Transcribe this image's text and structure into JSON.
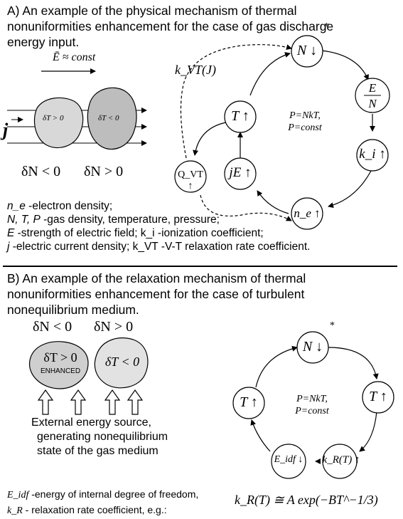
{
  "section_a": {
    "heading_lines": [
      "A) An example of the physical mechanism of thermal",
      "nonuniformities enhancement  for the case of gas discharge",
      "energy input."
    ],
    "field_label": "Ē ≈ const",
    "current_label": "j",
    "blob_left": "δT > 0",
    "blob_right": "δT < 0",
    "dN_left": "δN < 0",
    "dN_right": "δN > 0",
    "kvt_label": "k_VT(J)",
    "star": "*",
    "cycle": {
      "N": "N ↓",
      "EN_top": "E",
      "EN_bottom": "N",
      "ki": "k_i ↑",
      "ne": "n_e ↑",
      "jE": "jE ↑",
      "T": "T ↑",
      "Qvt": "Q_VT ↑"
    },
    "center_line1": "P=NkT,",
    "center_line2": "P=const",
    "legend": [
      {
        "sym": "n_e",
        "text": " -electron density;"
      },
      {
        "sym": "N, T, P",
        "text": " -gas density, temperature, pressure;"
      },
      {
        "sym": "E",
        "text": " -strength of electric field;  k_i -ionization coefficient;"
      },
      {
        "sym": "j",
        "text": " -electric current density;  k_VT -V-T relaxation rate coefficient."
      }
    ]
  },
  "section_b": {
    "heading_lines": [
      "B) An example of the relaxation mechanism of thermal",
      "nonuniformities enhancement  for the case of turbulent",
      "nonequilibrium medium."
    ],
    "dN_left": "δN < 0",
    "dN_right": "δN > 0",
    "blob_left_line1": "δT > 0",
    "blob_left_line2": "ENHANCED",
    "blob_right": "δT < 0",
    "source_lines": [
      "External energy source,",
      "generating nonequilibrium",
      "state of the gas medium"
    ],
    "star": "*",
    "cycle": {
      "N": "N ↓",
      "T_right": "T ↑",
      "kR": "k_R(T) ↑",
      "Eidf": "E_idf ↓",
      "T_left": "T ↑"
    },
    "center_line1": "P=NkT,",
    "center_line2": "P=const",
    "legend_line1_sym": "E_idf",
    "legend_line1_text": " -energy of  internal degree of freedom,",
    "legend_line2_sym": "k_R",
    "legend_line2_text": " - relaxation rate coefficient, e.g.:",
    "formula": "k_R(T) ≅ A exp(−BT^−1/3)"
  }
}
